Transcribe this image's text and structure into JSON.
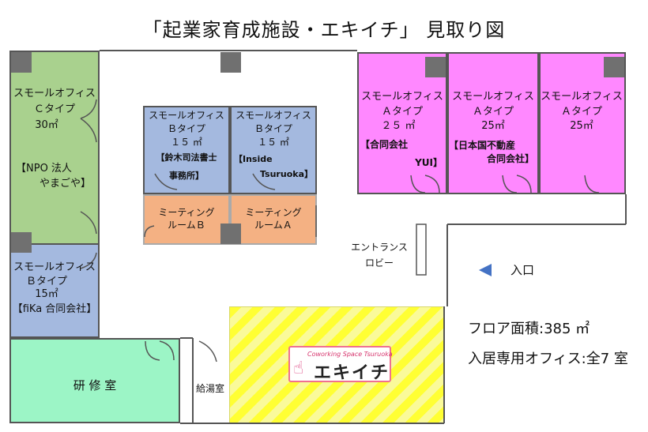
{
  "title": "「起業家育成施設・エキイチ」 見取り図",
  "rooms": {
    "c_type": {
      "name": "スモールオフィス",
      "type": "Ｃタイプ",
      "area": "30㎡",
      "tenant_1": "【NPO 法人",
      "tenant_2": "やまごや】"
    },
    "b_left": {
      "name": "スモールオフィス",
      "type": "Ｂタイプ",
      "area": "15㎡",
      "tenant": "【fiKa 合同会社】"
    },
    "b_center1": {
      "name": "スモールオフィス",
      "type": "Ｂタイプ",
      "area": "１５ ㎡",
      "tenant_1": "【鈴木司法書士",
      "tenant_2": "事務所】"
    },
    "b_center2": {
      "name": "スモールオフィス",
      "type": "Ｂタイプ",
      "area": "１５ ㎡",
      "tenant_1": "【Inside",
      "tenant_2": "Tsuruoka】"
    },
    "meeting_b": {
      "line1": "ミーティング",
      "line2": "ルームＢ"
    },
    "meeting_a": {
      "line1": "ミーティング",
      "line2": "ルームＡ"
    },
    "a1": {
      "name": "スモールオフィス",
      "type": "Ａタイプ",
      "area": "２５ ㎡",
      "tenant_1": "【合同会社",
      "tenant_2": "YUI】"
    },
    "a2": {
      "name": "スモールオフィス",
      "type": "Ａタイプ",
      "area": "25㎡",
      "tenant_1": "【日本国不動産",
      "tenant_2": "合同会社】"
    },
    "a3": {
      "name": "スモールオフィス",
      "type": "Ａタイプ",
      "area": "25㎡"
    },
    "training": {
      "label": "研 修 室"
    },
    "kitchen": {
      "label": "給湯室"
    },
    "lobby": {
      "line1": "エントランス",
      "line2": "ロビー"
    }
  },
  "entrance": {
    "label": "入口"
  },
  "logo": {
    "top": "Coworking Space Tsuruoka",
    "main": "エキイチ"
  },
  "info": {
    "floor_area": "フロア面積:385 ㎡",
    "offices": "入居専用オフィス:全7 室"
  },
  "colors": {
    "c_room": "#a9d18e",
    "b_room": "#a4b9df",
    "meeting": "#f4b183",
    "a_room": "#ff88ff",
    "training": "#9cf5c6",
    "logo_border": "#f07090",
    "entrance_arrow": "#4472c4"
  }
}
